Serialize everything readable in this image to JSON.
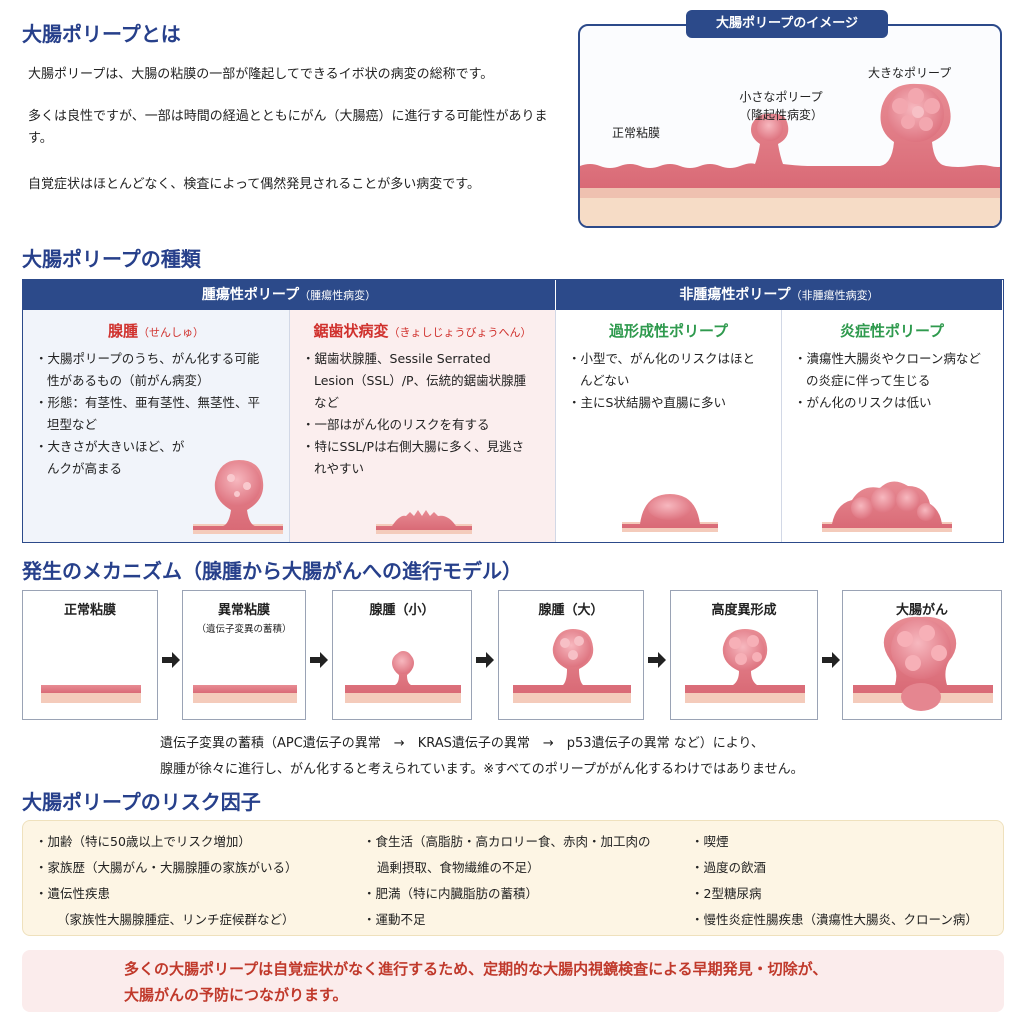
{
  "intro": {
    "title": "大腸ポリープとは",
    "paragraphs": [
      "大腸ポリープは、大腸の粘膜の一部が隆起してできるイボ状の病変の総称です。",
      "多くは良性ですが、一部は時間の経過とともにがん（大腸癌）に進行する可能性があります。",
      "自覚症状はほとんどなく、検査によって偶然発見されることが多い病変です。"
    ]
  },
  "image_panel": {
    "tab": "大腸ポリープのイメージ",
    "normal": "正常粘膜",
    "small_line1": "小さなポリープ",
    "small_line2": "（隆起性病変）",
    "large": "大きなポリープ"
  },
  "types": {
    "title": "大腸ポリープの種類",
    "group_left": "腫瘍性ポリープ",
    "group_left_sub": "（腫瘍性病変）",
    "group_right": "非腫瘍性ポリープ",
    "group_right_sub": "（非腫瘍性病変）",
    "columns": [
      {
        "name": "腺腫",
        "reading": "（せんしゅ）",
        "color": "#d0312d",
        "items": [
          "大腸ポリープのうち、がん化する可能性があるもの（前がん病変）",
          "形態：有茎性、亜有茎性、無茎性、平坦型など",
          "大きさが大きいほど、がんクが高まる"
        ]
      },
      {
        "name": "鋸歯状病変",
        "reading": "（きょしじょうびょうへん）",
        "color": "#d0312d",
        "items": [
          "鋸歯状腺腫、Sessile Serrated Lesion（SSL）/P、伝統的鋸歯状腺腫など",
          "一部はがん化のリスクを有する",
          "特にSSL/Pは右側大腸に多く、見逃されやすい"
        ]
      },
      {
        "name": "過形成性ポリープ",
        "reading": "",
        "color": "#2f9a4e",
        "items": [
          "小型で、がん化のリスクはほとんどない",
          "主にS状結腸や直腸に多い"
        ]
      },
      {
        "name": "炎症性ポリープ",
        "reading": "",
        "color": "#2f9a4e",
        "items": [
          "潰瘍性大腸炎やクローン病などの炎症に伴って生じる",
          "がん化のリスクは低い"
        ]
      }
    ]
  },
  "mechanism": {
    "title": "発生のメカニズム（腺腫から大腸がんへの進行モデル）",
    "stages": [
      {
        "label": "正常粘膜",
        "sub": ""
      },
      {
        "label": "異常粘膜",
        "sub": "（遺伝子変異の蓄積）"
      },
      {
        "label": "腺腫（小）",
        "sub": ""
      },
      {
        "label": "腺腫（大）",
        "sub": ""
      },
      {
        "label": "高度異形成",
        "sub": ""
      },
      {
        "label": "大腸がん",
        "sub": ""
      }
    ],
    "note1": "遺伝子変異の蓄積（APC遺伝子の異常　→　KRAS遺伝子の異常　→　p53遺伝子の異常 など）により、",
    "note2": "腺腫が徐々に進行し、がん化すると考えられています。※すべてのポリープががん化するわけではありません。"
  },
  "risk": {
    "title": "大腸ポリープのリスク因子",
    "col1": [
      "加齢（特に50歳以上でリスク増加）",
      "家族歴（大腸がん・大腸腺腫の家族がいる）",
      "遺伝性疾患"
    ],
    "col1_cont": "（家族性大腸腺腫症、リンチ症候群など）",
    "col2_first": "食生活（高脂肪・高カロリー食、赤肉・加工肉の",
    "col2_first_cont": "過剰摂取、食物繊維の不足）",
    "col2_rest": [
      "肥満（特に内臓脂肪の蓄積）",
      "運動不足"
    ],
    "col3": [
      "喫煙",
      "過度の飲酒",
      "2型糖尿病",
      "慢性炎症性腸疾患（潰瘍性大腸炎、クローン病）"
    ]
  },
  "conclusion": {
    "line1": "多くの大腸ポリープは自覚症状がなく進行するため、定期的な大腸内視鏡検査による早期発見・切除が、",
    "line2": "大腸がんの予防につながります。"
  }
}
